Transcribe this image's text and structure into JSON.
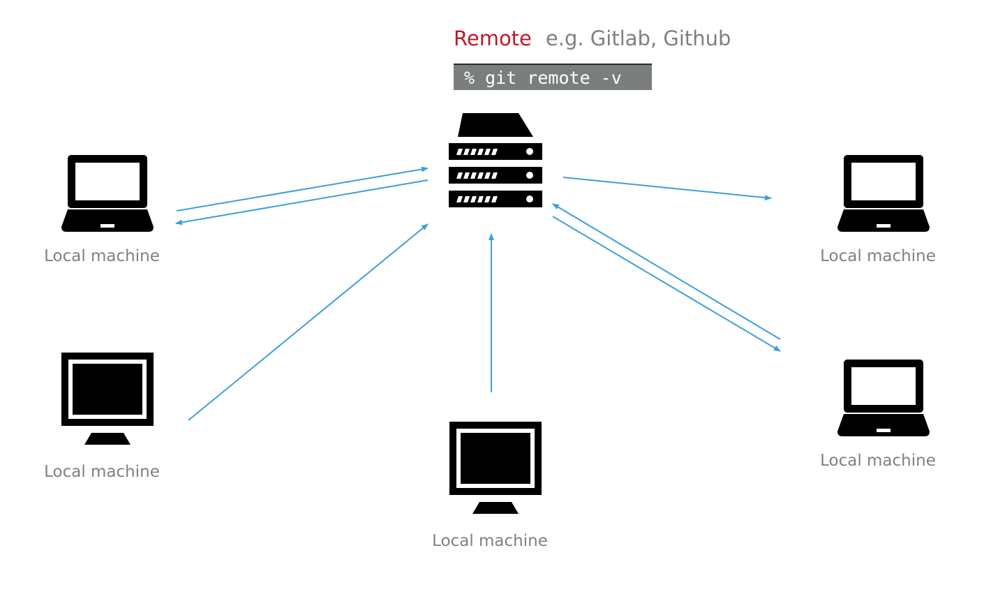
{
  "remote": {
    "label": "Remote",
    "examples": "e.g. Gitlab, Github",
    "command": "% git remote -v",
    "label_color": "#c0192a",
    "server_icon": "server-rack-icon"
  },
  "machines": [
    {
      "label": "Local machine",
      "icon": "laptop-icon"
    },
    {
      "label": "Local machine",
      "icon": "desktop-monitor-icon"
    },
    {
      "label": "Local machine",
      "icon": "desktop-monitor-icon"
    },
    {
      "label": "Local machine",
      "icon": "laptop-icon"
    },
    {
      "label": "Local machine",
      "icon": "laptop-icon"
    }
  ],
  "colors": {
    "arrow": "#3d9fd6",
    "icon": "#000000",
    "label": "#808080",
    "command_bg": "#7b7e7e"
  }
}
